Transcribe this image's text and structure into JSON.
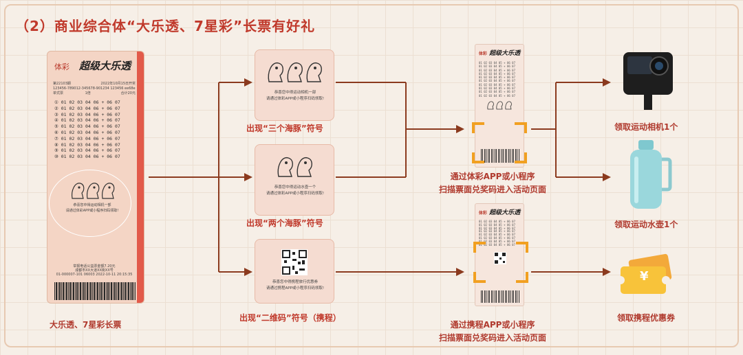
{
  "title": "（2）商业综合体“大乐透、7星彩”长票有好礼",
  "ticket": {
    "brand": "体彩",
    "logo": "超级大乐透",
    "meta_line1": "第22103期",
    "meta_line2": "2022年10月15日开奖",
    "meta_line3": "123456-789012-345678-901234",
    "meta_line4": "123456",
    "meta_line5": "ee68e",
    "col_head": "单式票",
    "col_mult": "1倍",
    "col_total": "合计20元",
    "rows": [
      "① 01 02 03 04 06 + 06 07",
      "② 01 02 03 04 06 + 06 07",
      "③ 01 02 03 04 06 + 06 07",
      "④ 01 02 03 04 06 + 06 07",
      "⑤ 01 02 03 04 06 + 06 07",
      "⑥ 01 02 03 04 06 + 06 07",
      "⑦ 01 02 03 04 06 + 06 07",
      "⑧ 01 02 03 04 06 + 06 07",
      "⑨ 01 02 03 04 06 + 06 07",
      "⑩ 01 02 03 04 06 + 06 07"
    ],
    "msg1": "恭喜您中得运动相机一部",
    "msg2": "请通过体彩APP或小程序扫码领取!",
    "foot1": "举报电话公益票金额7.20元",
    "foot2": "成都市XX大道XX街XX号",
    "foot3": "01-000007-101   06003   2022-10-11 20:15:35",
    "label": "大乐透、7星彩长票"
  },
  "branches": [
    {
      "msg1": "恭喜您中得运动相机一部",
      "msg2": "请通过体彩APP或小程序扫码领取!",
      "label": "出现“三个海豚”符号"
    },
    {
      "msg1": "恭喜您中得运动水壶一个",
      "msg2": "请通过体彩APP或小程序扫码领取!",
      "label": "出现“两个海豚”符号"
    },
    {
      "msg1": "恭喜您中得携程旅行优惠券",
      "msg2": "请通过携程APP或小程序扫码领取!",
      "label": "出现“二维码”符号（携程）"
    }
  ],
  "scan": [
    {
      "logo_a": "体彩",
      "logo_b": "超级大乐透",
      "line1": "通过体彩APP或小程序",
      "line2": "扫描票面兑奖码进入活动页面"
    },
    {
      "logo_a": "体彩",
      "logo_b": "超级大乐透",
      "line1": "通过携程APP或小程序",
      "line2": "扫描票面兑奖码进入活动页面"
    }
  ],
  "small_rows": [
    "01 02 03 04 05 + 06 07",
    "01 02 03 04 05 + 06 07",
    "01 02 03 04 05 + 06 07",
    "01 02 03 04 05 + 06 07",
    "01 02 03 04 05 + 06 07",
    "01 02 03 04 05 + 06 07",
    "01 02 03 04 05 + 06 07",
    "01 02 03 04 05 + 06 07",
    "01 02 03 04 05 + 06 07",
    "01 02 03 04 05 + 06 07"
  ],
  "prizes": [
    {
      "label": "领取运动相机1个",
      "icon": "camera-icon"
    },
    {
      "label": "领取运动水壶1个",
      "icon": "water-bottle-icon"
    },
    {
      "label": "领取携程优惠券",
      "icon": "coupon-icon",
      "symbol": "¥"
    }
  ],
  "colors": {
    "accent": "#c0392b",
    "arrow": "#8b3a1e",
    "scan": "#f1a021"
  }
}
